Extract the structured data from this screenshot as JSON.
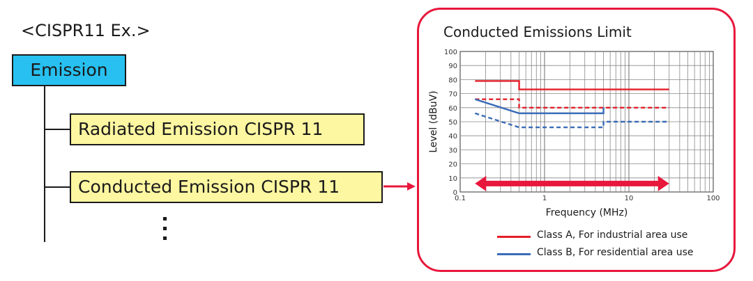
{
  "caption": "<CISPR11 Ex.>",
  "tree": {
    "root": "Emission",
    "children": [
      "Radiated Emission CISPR 11",
      "Conducted Emission CISPR 11"
    ]
  },
  "panel": {
    "title": "Conducted Emissions Limit",
    "legend": [
      {
        "label": "Class A, For industrial area use",
        "color": "#e41f28"
      },
      {
        "label": "Class B, For residential area use",
        "color": "#3a6bb8"
      }
    ]
  },
  "colors": {
    "accent": "#e8173c",
    "root_fill": "#27c0f0",
    "item_fill": "#fdf7a1",
    "class_a": "#e41f28",
    "class_b": "#3a6bb8"
  },
  "chart_data": {
    "type": "line",
    "title": "",
    "xlabel": "Frequency (MHz)",
    "ylabel": "Level (dBuV)",
    "x_scale": "log",
    "xlim": [
      0.1,
      100
    ],
    "ylim": [
      0,
      100
    ],
    "x_ticks": [
      "0.1",
      "1",
      "10",
      "100"
    ],
    "y_ticks": [
      "0",
      "10",
      "20",
      "30",
      "40",
      "50",
      "60",
      "70",
      "80",
      "90",
      "100"
    ],
    "grid": true,
    "series": [
      {
        "name": "Class A, For industrial area use",
        "color": "#e41f28",
        "dash": false,
        "x": [
          0.15,
          0.5,
          0.5,
          30
        ],
        "y": [
          79,
          79,
          73,
          73
        ]
      },
      {
        "name": "Class A, For industrial area use",
        "color": "#e41f28",
        "dash": true,
        "x": [
          0.15,
          0.5,
          0.5,
          30
        ],
        "y": [
          66,
          66,
          60,
          60
        ]
      },
      {
        "name": "Class B, For residential area use",
        "color": "#3a6bb8",
        "dash": false,
        "x": [
          0.15,
          0.5,
          5,
          5
        ],
        "y": [
          66,
          56,
          56,
          60
        ]
      },
      {
        "name": "Class B, For residential area use",
        "color": "#3a6bb8",
        "dash": true,
        "x": [
          0.15,
          0.5,
          5,
          5,
          30
        ],
        "y": [
          56,
          46,
          46,
          50,
          50
        ]
      }
    ],
    "range_arrow": {
      "x": [
        0.15,
        30
      ],
      "y": 6
    }
  }
}
